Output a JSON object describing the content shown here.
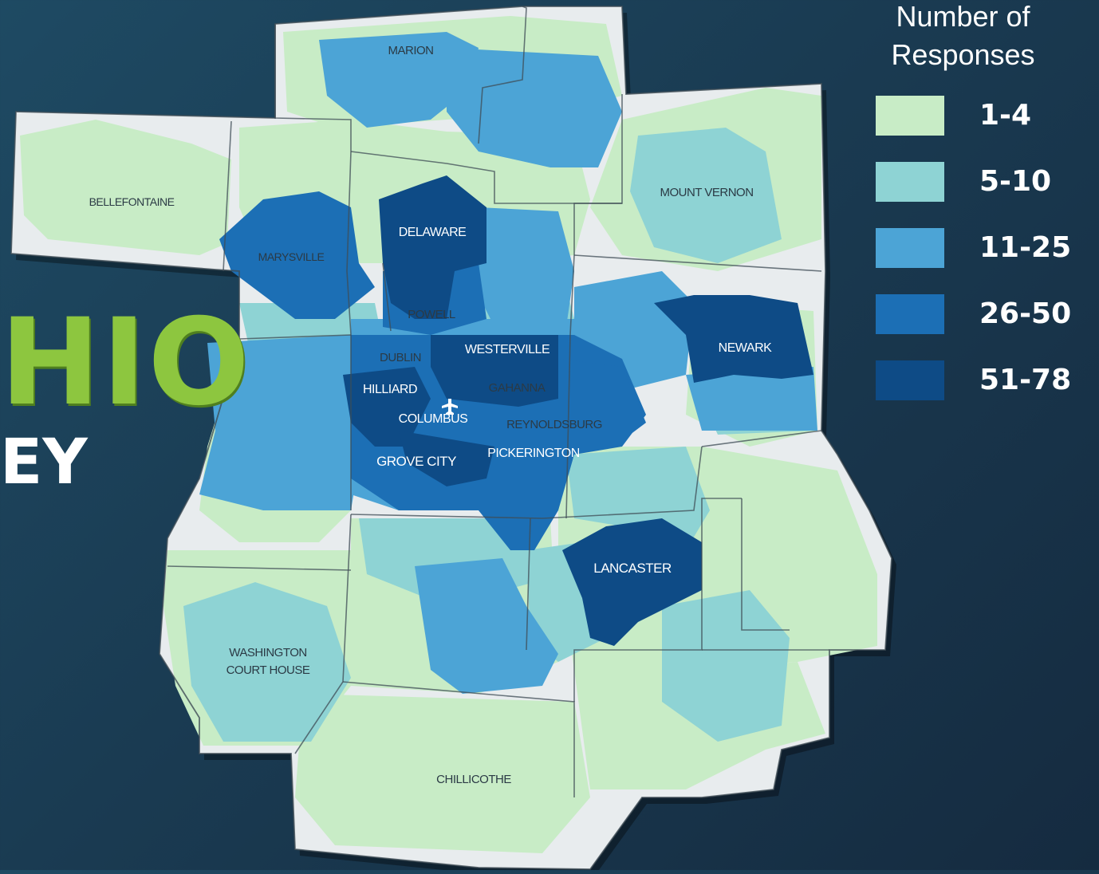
{
  "left_fragments": {
    "title": "HIO",
    "subtitle": "EY"
  },
  "legend": {
    "title_line1": "Number of",
    "title_line2": "Responses",
    "items": [
      {
        "label": "1-4",
        "color": "#c8ecc6"
      },
      {
        "label": "5-10",
        "color": "#8ed3d4"
      },
      {
        "label": "11-25",
        "color": "#4ca4d6"
      },
      {
        "label": "26-50",
        "color": "#1c6fb5"
      },
      {
        "label": "51-78",
        "color": "#0e4b86"
      }
    ]
  },
  "map": {
    "base_color": "#e8ecee",
    "border_color": "#3f4c55",
    "label_color_dark": "#2b3a45",
    "label_color_light": "#ffffff"
  },
  "cities": [
    {
      "name": "MARION",
      "tone": "dark"
    },
    {
      "name": "BELLEFONTAINE",
      "tone": "dark"
    },
    {
      "name": "MOUNT VERNON",
      "tone": "dark"
    },
    {
      "name": "DELAWARE",
      "tone": "light"
    },
    {
      "name": "MARYSVILLE",
      "tone": "dark"
    },
    {
      "name": "POWELL",
      "tone": "dark"
    },
    {
      "name": "DUBLIN",
      "tone": "dark"
    },
    {
      "name": "WESTERVILLE",
      "tone": "light"
    },
    {
      "name": "NEWARK",
      "tone": "light"
    },
    {
      "name": "HILLIARD",
      "tone": "light"
    },
    {
      "name": "GAHANNA",
      "tone": "dark"
    },
    {
      "name": "COLUMBUS",
      "tone": "light"
    },
    {
      "name": "REYNOLDSBURG",
      "tone": "dark"
    },
    {
      "name": "GROVE CITY",
      "tone": "light"
    },
    {
      "name": "PICKERINGTON",
      "tone": "light"
    },
    {
      "name": "LANCASTER",
      "tone": "light"
    },
    {
      "name": "WASHINGTON",
      "tone": "dark"
    },
    {
      "name": "COURT HOUSE",
      "tone": "dark"
    },
    {
      "name": "CHILLICOTHE",
      "tone": "dark"
    }
  ]
}
